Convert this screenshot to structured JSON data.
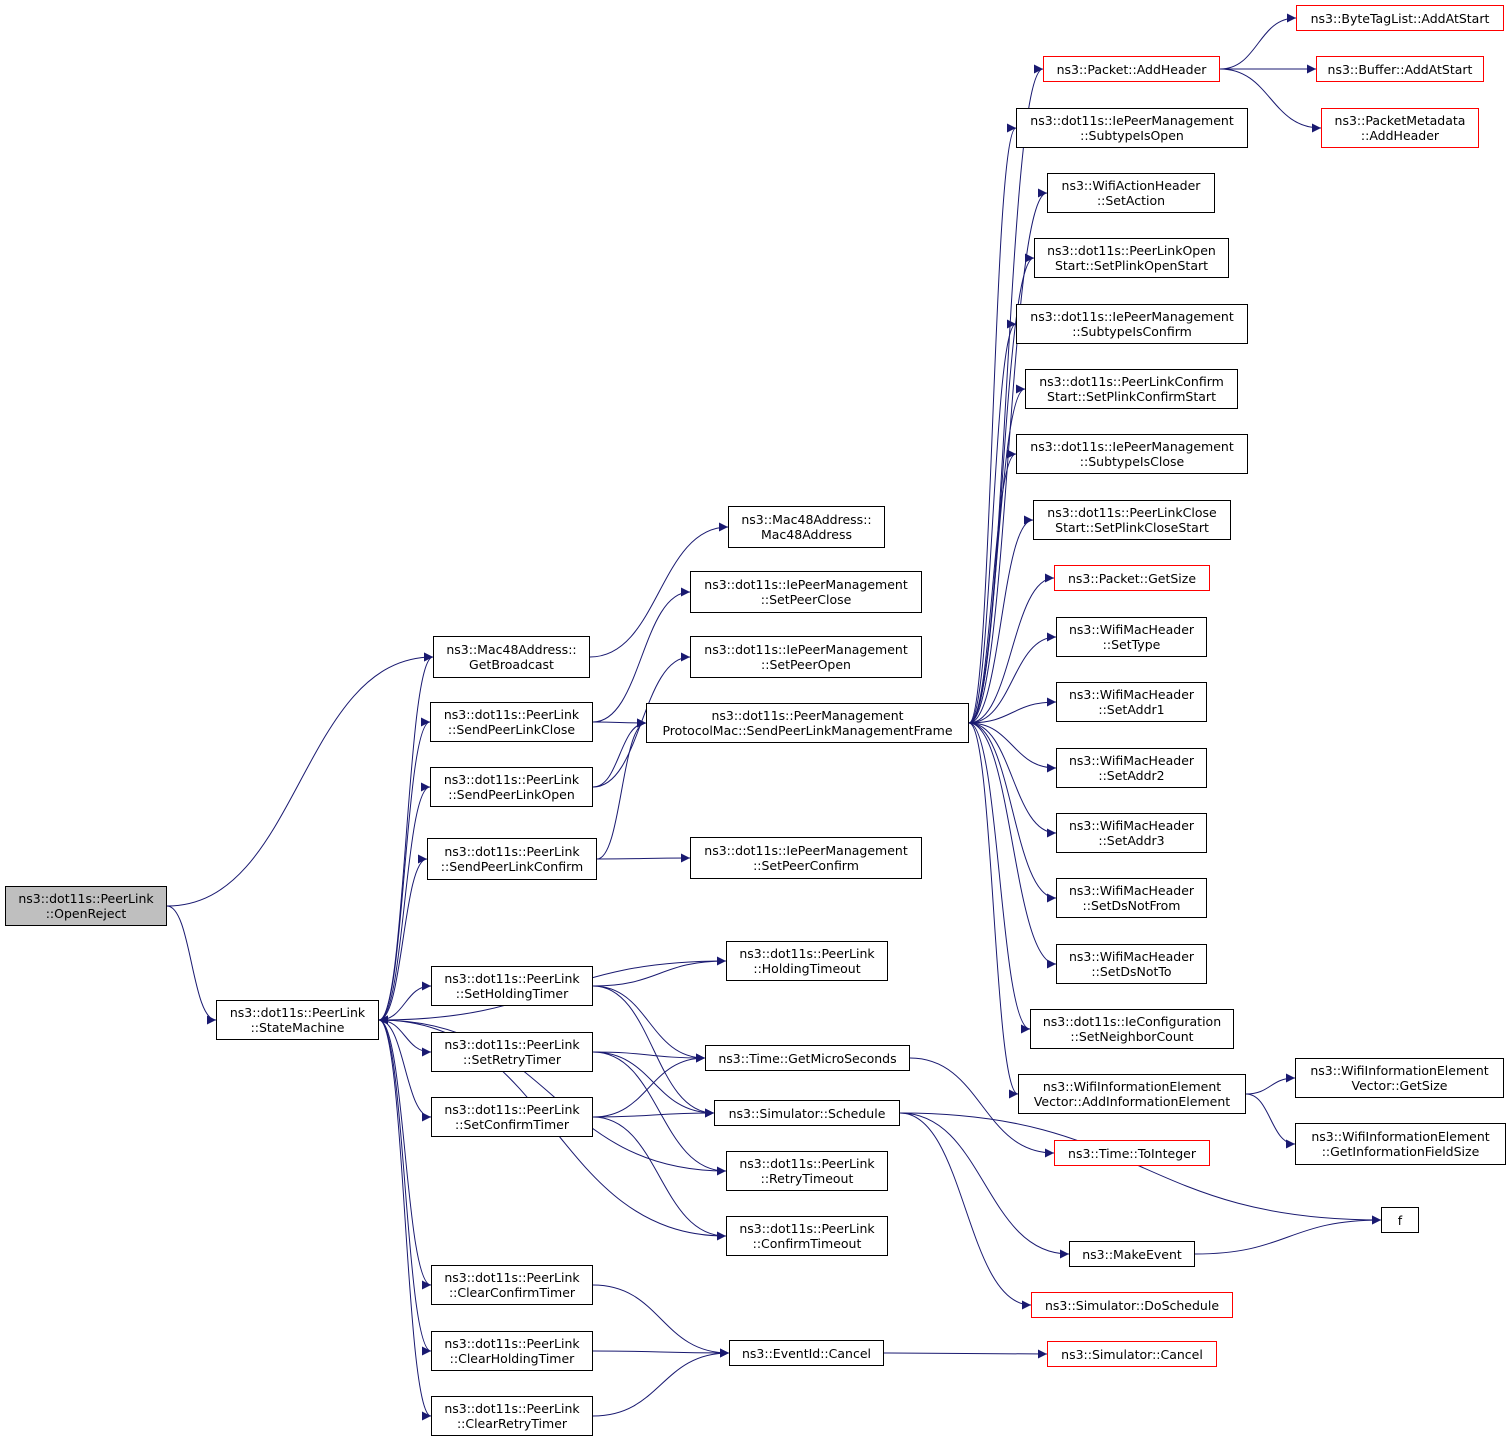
{
  "colors": {
    "edge": "#191970",
    "external_border": "#ff0000",
    "node_border": "#000000",
    "root_fill": "#bfbfbf"
  },
  "nodes": [
    {
      "id": "openreject",
      "lines": [
        "ns3::dot11s::PeerLink",
        "::OpenReject"
      ],
      "style": "root"
    },
    {
      "id": "statemachine",
      "lines": [
        "ns3::dot11s::PeerLink",
        "::StateMachine"
      ],
      "style": "normal"
    },
    {
      "id": "getbroadcast",
      "lines": [
        "ns3::Mac48Address::",
        "GetBroadcast"
      ],
      "style": "normal"
    },
    {
      "id": "sendclose",
      "lines": [
        "ns3::dot11s::PeerLink",
        "::SendPeerLinkClose"
      ],
      "style": "normal"
    },
    {
      "id": "sendopen",
      "lines": [
        "ns3::dot11s::PeerLink",
        "::SendPeerLinkOpen"
      ],
      "style": "normal"
    },
    {
      "id": "sendconfirm",
      "lines": [
        "ns3::dot11s::PeerLink",
        "::SendPeerLinkConfirm"
      ],
      "style": "normal"
    },
    {
      "id": "setholding",
      "lines": [
        "ns3::dot11s::PeerLink",
        "::SetHoldingTimer"
      ],
      "style": "normal"
    },
    {
      "id": "setretry",
      "lines": [
        "ns3::dot11s::PeerLink",
        "::SetRetryTimer"
      ],
      "style": "normal"
    },
    {
      "id": "setconfirm",
      "lines": [
        "ns3::dot11s::PeerLink",
        "::SetConfirmTimer"
      ],
      "style": "normal"
    },
    {
      "id": "clearconfirm",
      "lines": [
        "ns3::dot11s::PeerLink",
        "::ClearConfirmTimer"
      ],
      "style": "normal"
    },
    {
      "id": "clearholding",
      "lines": [
        "ns3::dot11s::PeerLink",
        "::ClearHoldingTimer"
      ],
      "style": "normal"
    },
    {
      "id": "clearretry",
      "lines": [
        "ns3::dot11s::PeerLink",
        "::ClearRetryTimer"
      ],
      "style": "normal"
    },
    {
      "id": "mac48",
      "lines": [
        "ns3::Mac48Address::",
        "Mac48Address"
      ],
      "style": "normal"
    },
    {
      "id": "setpeerclose",
      "lines": [
        "ns3::dot11s::IePeerManagement",
        "::SetPeerClose"
      ],
      "style": "normal"
    },
    {
      "id": "setpeeropen",
      "lines": [
        "ns3::dot11s::IePeerManagement",
        "::SetPeerOpen"
      ],
      "style": "normal"
    },
    {
      "id": "sendmgmt",
      "lines": [
        "ns3::dot11s::PeerManagement",
        "ProtocolMac::SendPeerLinkManagementFrame"
      ],
      "style": "normal"
    },
    {
      "id": "setpeerconfirm",
      "lines": [
        "ns3::dot11s::IePeerManagement",
        "::SetPeerConfirm"
      ],
      "style": "normal"
    },
    {
      "id": "holdingtimeout",
      "lines": [
        "ns3::dot11s::PeerLink",
        "::HoldingTimeout"
      ],
      "style": "normal"
    },
    {
      "id": "getmicro",
      "lines": [
        "ns3::Time::GetMicroSeconds"
      ],
      "style": "normal"
    },
    {
      "id": "schedule",
      "lines": [
        "ns3::Simulator::Schedule"
      ],
      "style": "normal"
    },
    {
      "id": "retrytimeout",
      "lines": [
        "ns3::dot11s::PeerLink",
        "::RetryTimeout"
      ],
      "style": "normal"
    },
    {
      "id": "confirmtimeout",
      "lines": [
        "ns3::dot11s::PeerLink",
        "::ConfirmTimeout"
      ],
      "style": "normal"
    },
    {
      "id": "eventcancel",
      "lines": [
        "ns3::EventId::Cancel"
      ],
      "style": "normal"
    },
    {
      "id": "addheader",
      "lines": [
        "ns3::Packet::AddHeader"
      ],
      "style": "external"
    },
    {
      "id": "subopen",
      "lines": [
        "ns3::dot11s::IePeerManagement",
        "::SubtypeIsOpen"
      ],
      "style": "normal"
    },
    {
      "id": "setaction",
      "lines": [
        "ns3::WifiActionHeader",
        "::SetAction"
      ],
      "style": "normal"
    },
    {
      "id": "plinkopen",
      "lines": [
        "ns3::dot11s::PeerLinkOpen",
        "Start::SetPlinkOpenStart"
      ],
      "style": "normal"
    },
    {
      "id": "subconfirm",
      "lines": [
        "ns3::dot11s::IePeerManagement",
        "::SubtypeIsConfirm"
      ],
      "style": "normal"
    },
    {
      "id": "plinkconfirm",
      "lines": [
        "ns3::dot11s::PeerLinkConfirm",
        "Start::SetPlinkConfirmStart"
      ],
      "style": "normal"
    },
    {
      "id": "subclose",
      "lines": [
        "ns3::dot11s::IePeerManagement",
        "::SubtypeIsClose"
      ],
      "style": "normal"
    },
    {
      "id": "plinkclose",
      "lines": [
        "ns3::dot11s::PeerLinkClose",
        "Start::SetPlinkCloseStart"
      ],
      "style": "normal"
    },
    {
      "id": "getsize",
      "lines": [
        "ns3::Packet::GetSize"
      ],
      "style": "external"
    },
    {
      "id": "settype",
      "lines": [
        "ns3::WifiMacHeader",
        "::SetType"
      ],
      "style": "normal"
    },
    {
      "id": "setaddr1",
      "lines": [
        "ns3::WifiMacHeader",
        "::SetAddr1"
      ],
      "style": "normal"
    },
    {
      "id": "setaddr2",
      "lines": [
        "ns3::WifiMacHeader",
        "::SetAddr2"
      ],
      "style": "normal"
    },
    {
      "id": "setaddr3",
      "lines": [
        "ns3::WifiMacHeader",
        "::SetAddr3"
      ],
      "style": "normal"
    },
    {
      "id": "setdsnotfrom",
      "lines": [
        "ns3::WifiMacHeader",
        "::SetDsNotFrom"
      ],
      "style": "normal"
    },
    {
      "id": "setdsnotto",
      "lines": [
        "ns3::WifiMacHeader",
        "::SetDsNotTo"
      ],
      "style": "normal"
    },
    {
      "id": "setneighbor",
      "lines": [
        "ns3::dot11s::IeConfiguration",
        "::SetNeighborCount"
      ],
      "style": "normal"
    },
    {
      "id": "addinfo",
      "lines": [
        "ns3::WifiInformationElement",
        "Vector::AddInformationElement"
      ],
      "style": "normal"
    },
    {
      "id": "toint",
      "lines": [
        "ns3::Time::ToInteger"
      ],
      "style": "external"
    },
    {
      "id": "makeevent",
      "lines": [
        "ns3::MakeEvent"
      ],
      "style": "normal"
    },
    {
      "id": "doschedule",
      "lines": [
        "ns3::Simulator::DoSchedule"
      ],
      "style": "external"
    },
    {
      "id": "simcancel",
      "lines": [
        "ns3::Simulator::Cancel"
      ],
      "style": "external"
    },
    {
      "id": "bytetag",
      "lines": [
        "ns3::ByteTagList::AddAtStart"
      ],
      "style": "external"
    },
    {
      "id": "bufferadd",
      "lines": [
        "ns3::Buffer::AddAtStart"
      ],
      "style": "external"
    },
    {
      "id": "pktmeta",
      "lines": [
        "ns3::PacketMetadata",
        "::AddHeader"
      ],
      "style": "external"
    },
    {
      "id": "vecgetsize",
      "lines": [
        "ns3::WifiInformationElement",
        "Vector::GetSize"
      ],
      "style": "normal"
    },
    {
      "id": "getfieldsize",
      "lines": [
        "ns3::WifiInformationElement",
        "::GetInformationFieldSize"
      ],
      "style": "normal"
    },
    {
      "id": "f",
      "lines": [
        "f"
      ],
      "style": "normal"
    }
  ],
  "edges": [
    [
      "openreject",
      "getbroadcast"
    ],
    [
      "openreject",
      "statemachine"
    ],
    [
      "statemachine",
      "getbroadcast"
    ],
    [
      "statemachine",
      "sendclose"
    ],
    [
      "statemachine",
      "sendopen"
    ],
    [
      "statemachine",
      "sendconfirm"
    ],
    [
      "statemachine",
      "setholding"
    ],
    [
      "statemachine",
      "setretry"
    ],
    [
      "statemachine",
      "setconfirm"
    ],
    [
      "statemachine",
      "clearconfirm"
    ],
    [
      "statemachine",
      "clearholding"
    ],
    [
      "statemachine",
      "clearretry"
    ],
    [
      "getbroadcast",
      "mac48"
    ],
    [
      "sendclose",
      "setpeerclose"
    ],
    [
      "sendclose",
      "sendmgmt"
    ],
    [
      "sendopen",
      "setpeeropen"
    ],
    [
      "sendopen",
      "sendmgmt"
    ],
    [
      "sendconfirm",
      "sendmgmt"
    ],
    [
      "sendconfirm",
      "setpeerconfirm"
    ],
    [
      "setholding",
      "holdingtimeout"
    ],
    [
      "setholding",
      "getmicro"
    ],
    [
      "setholding",
      "schedule"
    ],
    [
      "setretry",
      "getmicro"
    ],
    [
      "setretry",
      "schedule"
    ],
    [
      "setretry",
      "retrytimeout"
    ],
    [
      "setconfirm",
      "getmicro"
    ],
    [
      "setconfirm",
      "schedule"
    ],
    [
      "setconfirm",
      "confirmtimeout"
    ],
    [
      "holdingtimeout",
      "statemachine"
    ],
    [
      "retrytimeout",
      "statemachine"
    ],
    [
      "confirmtimeout",
      "statemachine"
    ],
    [
      "clearconfirm",
      "eventcancel"
    ],
    [
      "clearholding",
      "eventcancel"
    ],
    [
      "clearretry",
      "eventcancel"
    ],
    [
      "sendmgmt",
      "addheader"
    ],
    [
      "sendmgmt",
      "subopen"
    ],
    [
      "sendmgmt",
      "setaction"
    ],
    [
      "sendmgmt",
      "plinkopen"
    ],
    [
      "sendmgmt",
      "subconfirm"
    ],
    [
      "sendmgmt",
      "plinkconfirm"
    ],
    [
      "sendmgmt",
      "subclose"
    ],
    [
      "sendmgmt",
      "plinkclose"
    ],
    [
      "sendmgmt",
      "getsize"
    ],
    [
      "sendmgmt",
      "settype"
    ],
    [
      "sendmgmt",
      "setaddr1"
    ],
    [
      "sendmgmt",
      "setaddr2"
    ],
    [
      "sendmgmt",
      "setaddr3"
    ],
    [
      "sendmgmt",
      "setdsnotfrom"
    ],
    [
      "sendmgmt",
      "setdsnotto"
    ],
    [
      "sendmgmt",
      "setneighbor"
    ],
    [
      "sendmgmt",
      "addinfo"
    ],
    [
      "addheader",
      "bytetag"
    ],
    [
      "addheader",
      "bufferadd"
    ],
    [
      "addheader",
      "pktmeta"
    ],
    [
      "getmicro",
      "toint"
    ],
    [
      "schedule",
      "f"
    ],
    [
      "schedule",
      "makeevent"
    ],
    [
      "schedule",
      "doschedule"
    ],
    [
      "makeevent",
      "f"
    ],
    [
      "eventcancel",
      "simcancel"
    ],
    [
      "addinfo",
      "vecgetsize"
    ],
    [
      "addinfo",
      "getfieldsize"
    ]
  ]
}
